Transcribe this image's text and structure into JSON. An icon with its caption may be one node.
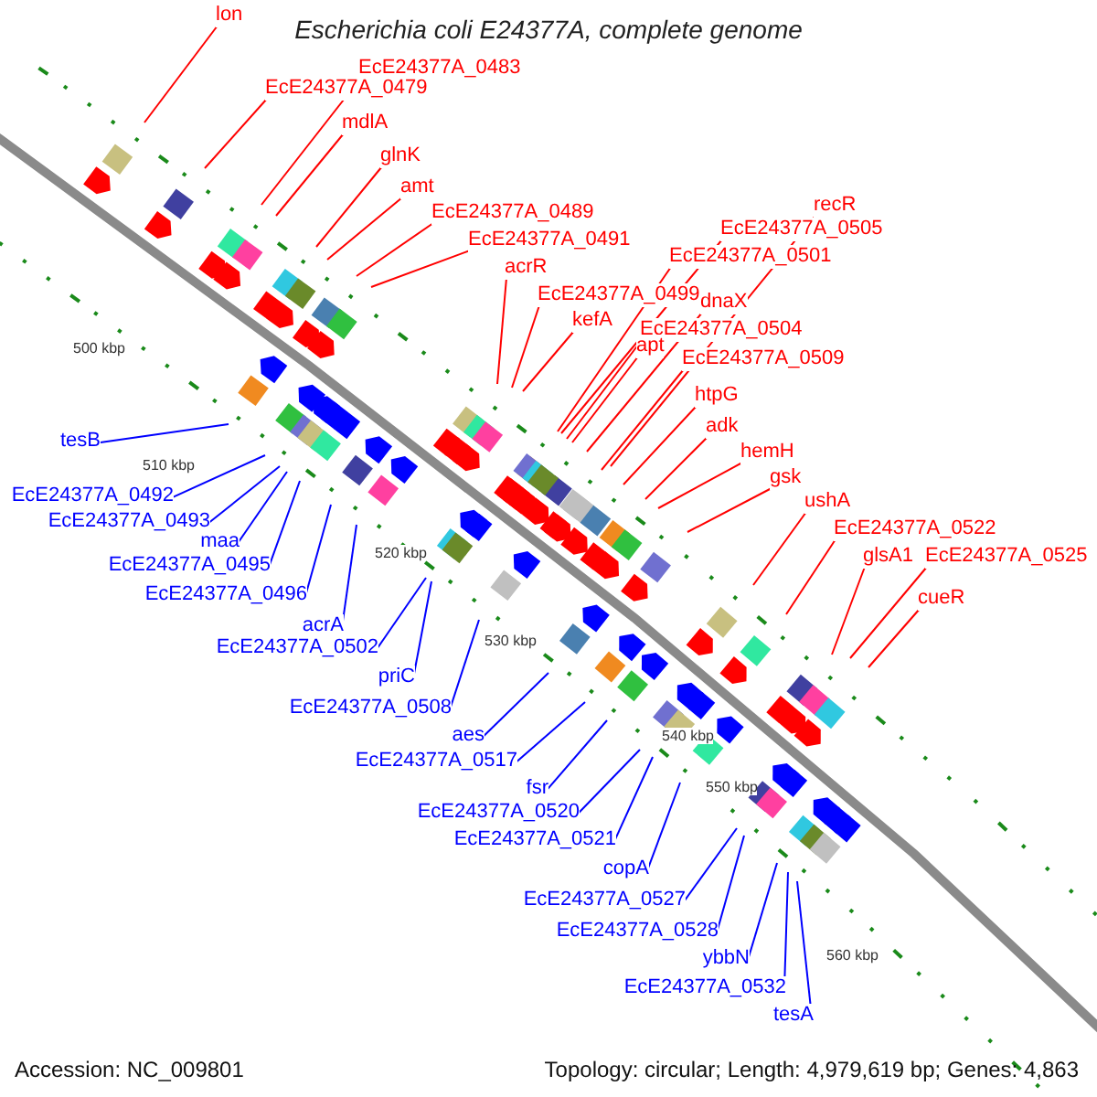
{
  "diagram": {
    "title": "Escherichia coli E24377A, complete genome",
    "nodes": [
      {
        "text": [
          "lon"
        ]
      },
      {
        "text": [
          "EcE24377A_0483"
        ]
      },
      {
        "text": [
          "EcE24377A_0479"
        ]
      },
      {
        "text": [
          "mdlA"
        ]
      },
      {
        "text": [
          "glnK"
        ]
      },
      {
        "text": [
          "amt"
        ]
      },
      {
        "text": [
          "recR"
        ]
      },
      {
        "text": [
          "EcE24377A_0489"
        ]
      },
      {
        "text": [
          "EcE24377A_0505"
        ]
      },
      {
        "text": [
          "EcE24377A_0491"
        ]
      },
      {
        "text": [
          "EcE24377A_0501"
        ]
      },
      {
        "text": [
          "acrR"
        ]
      },
      {
        "text": [
          "EcE24377A_0499"
        ]
      },
      {
        "text": [
          "dnaX"
        ]
      },
      {
        "text": [
          "kefA"
        ]
      },
      {
        "text": [
          "EcE24377A_0504"
        ]
      },
      {
        "text": [
          "apt"
        ]
      },
      {
        "text": [
          "EcE24377A_0509"
        ]
      },
      {
        "text": [
          "htpG"
        ]
      },
      {
        "text": [
          "adk"
        ]
      },
      {
        "text": [
          "hemH"
        ]
      },
      {
        "text": [
          "gsk"
        ]
      },
      {
        "text": [
          "ushA"
        ]
      },
      {
        "text": [
          "EcE24377A_0522"
        ]
      },
      {
        "text": [
          "glsA1"
        ]
      },
      {
        "text": [
          "EcE24377A_0525"
        ]
      },
      {
        "text": [
          "cueR"
        ]
      },
      {
        "text": [
          "tesB"
        ]
      },
      {
        "text": [
          "EcE24377A_0492"
        ]
      },
      {
        "text": [
          "EcE24377A_0493"
        ]
      },
      {
        "text": [
          "maa"
        ]
      },
      {
        "text": [
          "EcE24377A_0495"
        ]
      },
      {
        "text": [
          "EcE24377A_0496"
        ]
      },
      {
        "text": [
          "acrA"
        ]
      },
      {
        "text": [
          "EcE24377A_0502"
        ]
      },
      {
        "text": [
          "priC"
        ]
      },
      {
        "text": [
          "EcE24377A_0508"
        ]
      },
      {
        "text": [
          "aes"
        ]
      },
      {
        "text": [
          "EcE24377A_0517"
        ]
      },
      {
        "text": [
          "fsr"
        ]
      },
      {
        "text": [
          "EcE24377A_0520"
        ]
      },
      {
        "text": [
          "EcE24377A_0521"
        ]
      },
      {
        "text": [
          "copA"
        ]
      },
      {
        "text": [
          "EcE24377A_0527"
        ]
      },
      {
        "text": [
          "EcE24377A_0528"
        ]
      },
      {
        "text": [
          "ybbN"
        ]
      },
      {
        "text": [
          "EcE24377A_0532"
        ]
      },
      {
        "text": [
          "tesA"
        ]
      }
    ],
    "edges": [
      {
        "from": 0,
        "to": null,
        "arrow": "none"
      },
      {
        "from": 1,
        "to": null,
        "arrow": "none"
      },
      {
        "from": 2,
        "to": null,
        "arrow": "none"
      },
      {
        "from": 3,
        "to": null,
        "arrow": "none"
      },
      {
        "from": 4,
        "to": null,
        "arrow": "none"
      },
      {
        "from": 5,
        "to": null,
        "arrow": "none"
      },
      {
        "from": 6,
        "to": null,
        "arrow": "none"
      },
      {
        "from": 7,
        "to": null,
        "arrow": "none"
      },
      {
        "from": 8,
        "to": null,
        "arrow": "none"
      },
      {
        "from": 9,
        "to": null,
        "arrow": "none"
      },
      {
        "from": 10,
        "to": null,
        "arrow": "none"
      },
      {
        "from": 11,
        "to": null,
        "arrow": "none"
      },
      {
        "from": 12,
        "to": null,
        "arrow": "none"
      },
      {
        "from": 13,
        "to": null,
        "arrow": "none"
      },
      {
        "from": 14,
        "to": null,
        "arrow": "none"
      },
      {
        "from": 15,
        "to": null,
        "arrow": "none"
      },
      {
        "from": 16,
        "to": null,
        "arrow": "none"
      },
      {
        "from": 17,
        "to": null,
        "arrow": "none"
      },
      {
        "from": 18,
        "to": null,
        "arrow": "none"
      },
      {
        "from": 19,
        "to": null,
        "arrow": "none"
      },
      {
        "from": 20,
        "to": null,
        "arrow": "none"
      },
      {
        "from": 21,
        "to": null,
        "arrow": "none"
      },
      {
        "from": 22,
        "to": null,
        "arrow": "none"
      },
      {
        "from": 23,
        "to": null,
        "arrow": "none"
      },
      {
        "from": 24,
        "to": null,
        "arrow": "none"
      },
      {
        "from": 25,
        "to": null,
        "arrow": "none"
      },
      {
        "from": 26,
        "to": null,
        "arrow": "none"
      },
      {
        "from": 27,
        "to": null,
        "arrow": "none",
        "color": "#0000ff"
      },
      {
        "from": 28,
        "to": null,
        "arrow": "none",
        "color": "#0000ff"
      },
      {
        "from": 29,
        "to": null,
        "arrow": "none",
        "color": "#0000ff"
      },
      {
        "from": 30,
        "to": null,
        "arrow": "none",
        "color": "#0000ff"
      },
      {
        "from": 31,
        "to": null,
        "arrow": "none",
        "color": "#0000ff"
      },
      {
        "from": 32,
        "to": null,
        "arrow": "none",
        "color": "#0000ff"
      },
      {
        "from": 33,
        "to": null,
        "arrow": "none",
        "color": "#0000ff"
      },
      {
        "from": 34,
        "to": null,
        "arrow": "none",
        "color": "#0000ff"
      },
      {
        "from": 35,
        "to": null,
        "arrow": "none",
        "color": "#0000ff"
      },
      {
        "from": 36,
        "to": null,
        "arrow": "none",
        "color": "#0000ff"
      },
      {
        "from": 37,
        "to": null,
        "arrow": "none",
        "color": "#0000ff"
      },
      {
        "from": 38,
        "to": null,
        "arrow": "none",
        "color": "#0000ff"
      },
      {
        "from": 39,
        "to": null,
        "arrow": "none",
        "color": "#0000ff"
      },
      {
        "from": 40,
        "to": null,
        "arrow": "none",
        "color": "#0000ff"
      },
      {
        "from": 41,
        "to": null,
        "arrow": "none",
        "color": "#0000ff"
      },
      {
        "from": 42,
        "to": null,
        "arrow": "none",
        "color": "#0000ff"
      },
      {
        "from": 43,
        "to": null,
        "arrow": "none",
        "color": "#0000ff"
      },
      {
        "from": 44,
        "to": null,
        "arrow": "none",
        "color": "#0000ff"
      },
      {
        "from": 45,
        "to": null,
        "arrow": "none",
        "color": "#0000ff"
      },
      {
        "from": 46,
        "to": null,
        "arrow": "none",
        "color": "#0000ff"
      },
      {
        "from": 47,
        "to": null,
        "arrow": "none",
        "color": "#0000ff"
      }
    ],
    "labels": [
      "500 kbp",
      "510 kbp",
      "520 kbp",
      "530 kbp",
      "540 kbp",
      "550 kbp",
      "560 kbp",
      "Accession: NC_009801",
      "Topology: circular; Length: 4,979,619 bp; Genes: 4,863"
    ]
  }
}
